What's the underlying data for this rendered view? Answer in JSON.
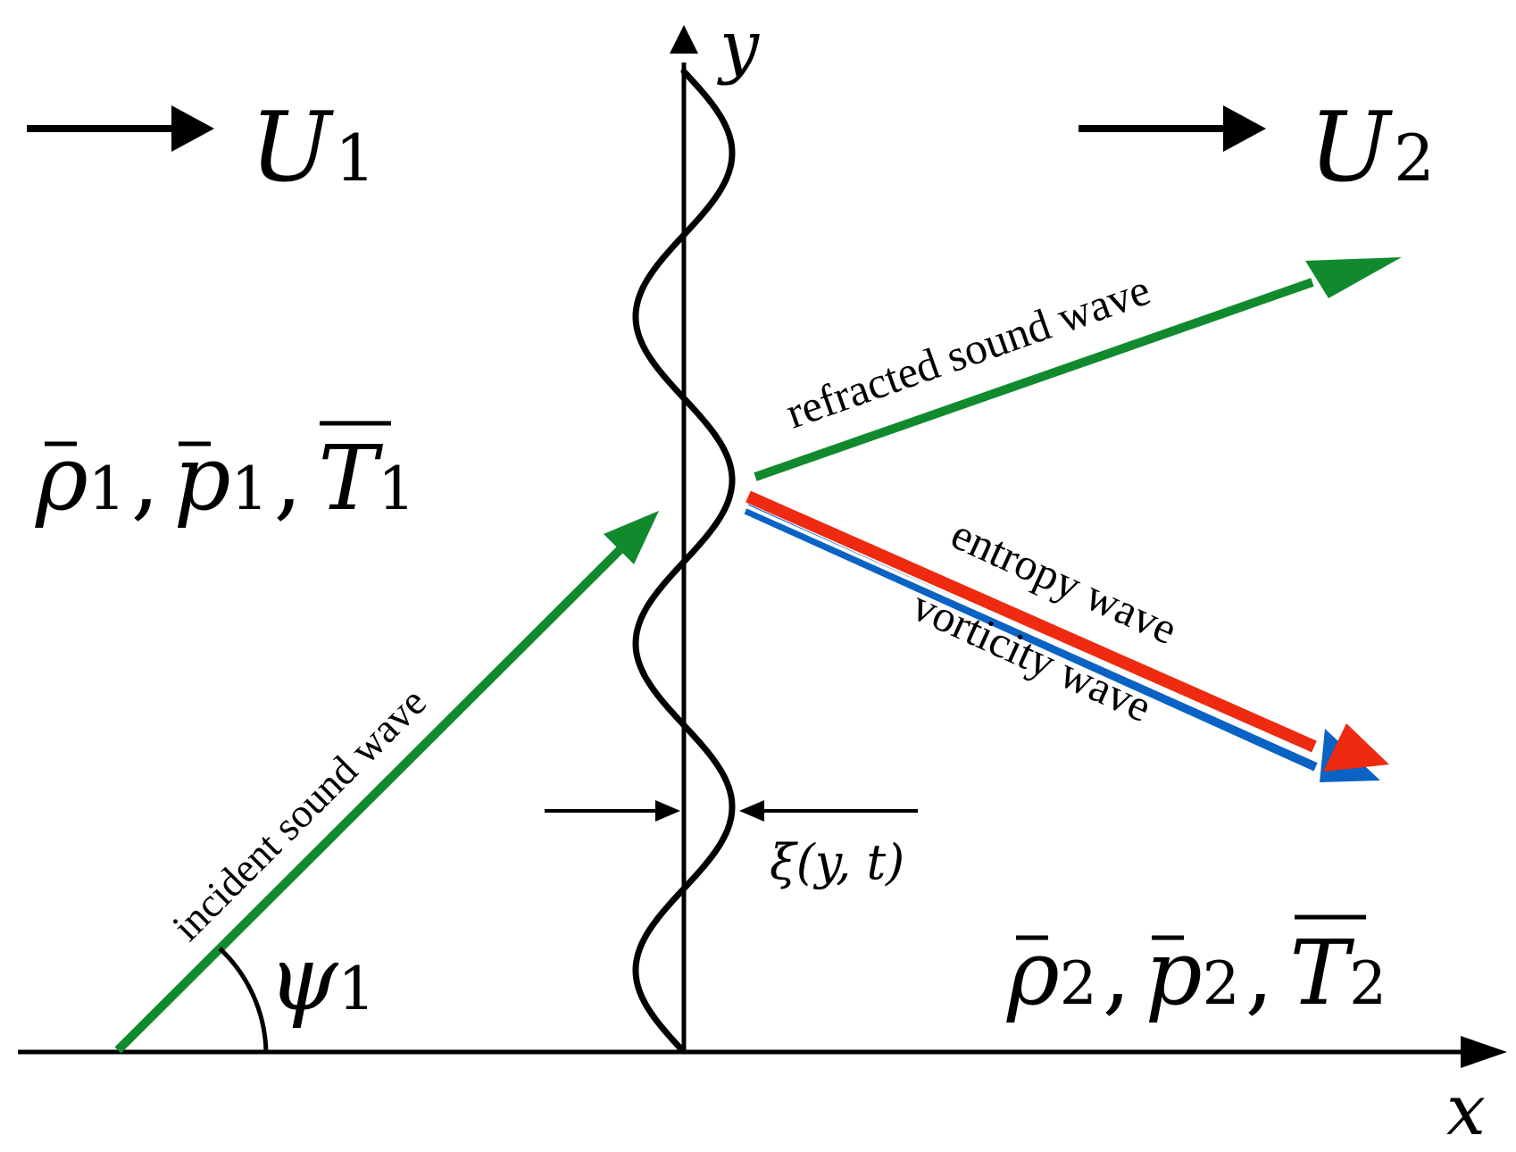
{
  "axes": {
    "x_label": "x",
    "y_label": "y"
  },
  "flow": {
    "upstream_velocity": {
      "symbol": "U",
      "sub": "1"
    },
    "downstream_velocity": {
      "symbol": "U",
      "sub": "2"
    }
  },
  "states": {
    "upstream": {
      "rho": "ρ",
      "p": "p",
      "T": "T",
      "sub": "1",
      "sep": ","
    },
    "downstream": {
      "rho": "ρ",
      "p": "p",
      "T": "T",
      "sub": "2",
      "sep": ","
    }
  },
  "waves": {
    "incident": {
      "label": "incident sound wave",
      "color": "#118a2e"
    },
    "refracted": {
      "label": "refracted sound wave",
      "color": "#118a2e"
    },
    "entropy": {
      "label": "entropy wave",
      "color": "#ee2a10"
    },
    "vorticity": {
      "label": "vorticity wave",
      "color": "#0a63c4"
    }
  },
  "angle": {
    "symbol": "ψ",
    "sub": "1"
  },
  "displacement": {
    "label": "ξ(y, t)"
  }
}
